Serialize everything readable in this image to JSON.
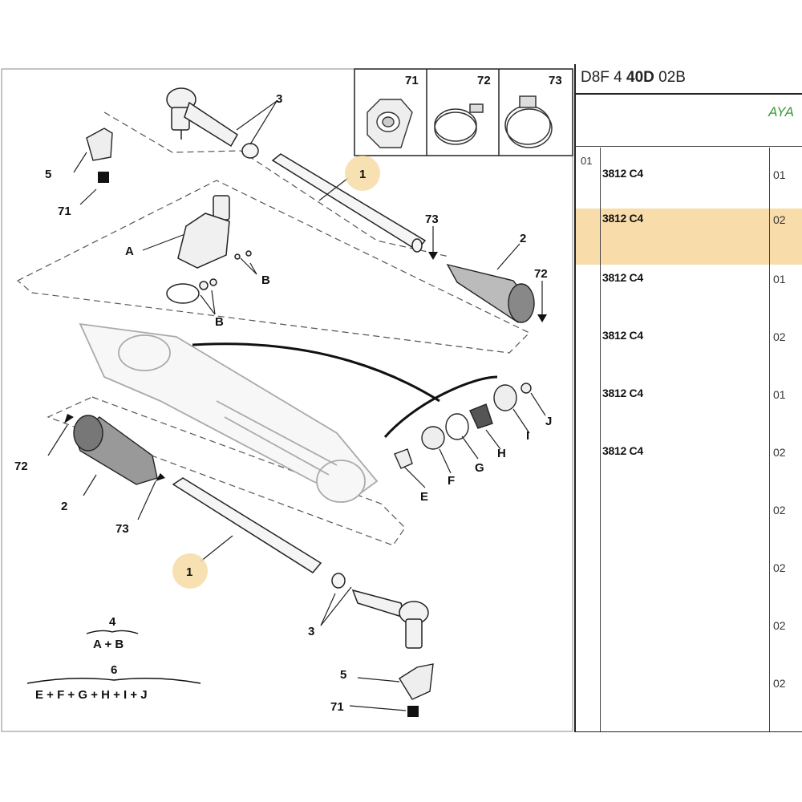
{
  "callouts": {
    "1": "1",
    "2": "2",
    "3": "3",
    "5": "5",
    "71": "71",
    "72": "72",
    "73": "73",
    "A": "A",
    "B": "B",
    "E": "E",
    "F": "F",
    "G": "G",
    "H": "H",
    "I": "I",
    "J": "J"
  },
  "legend": [
    {
      "label": "71"
    },
    {
      "label": "72"
    },
    {
      "label": "73"
    }
  ],
  "formulas": [
    {
      "num": "4",
      "expr": "A + B"
    },
    {
      "num": "6",
      "expr": "E + F + G + H + I + J"
    }
  ],
  "panel": {
    "code_prefix": "D8F 4 ",
    "code_bold": "40D",
    "code_suffix": " 02B",
    "subheader": "AYA",
    "corner": "01",
    "rows": [
      {
        "ref": "3812 C4",
        "qty": "01",
        "highlight": false
      },
      {
        "ref": "3812 C4",
        "qty": "02",
        "highlight": true
      },
      {
        "ref": "3812 C4",
        "qty": "01",
        "highlight": false
      },
      {
        "ref": "3812 C4",
        "qty": "02",
        "highlight": false
      },
      {
        "ref": "3812 C4",
        "qty": "01",
        "highlight": false
      },
      {
        "ref": "3812 C4",
        "qty": "02",
        "highlight": false
      },
      {
        "ref": "",
        "qty": "02",
        "highlight": false
      },
      {
        "ref": "",
        "qty": "02",
        "highlight": false
      },
      {
        "ref": "",
        "qty": "02",
        "highlight": false
      },
      {
        "ref": "",
        "qty": "02",
        "highlight": false
      }
    ]
  },
  "colors": {
    "highlight": "#f6dca6",
    "accent_green": "#3a9a3a",
    "ink": "#111111"
  }
}
